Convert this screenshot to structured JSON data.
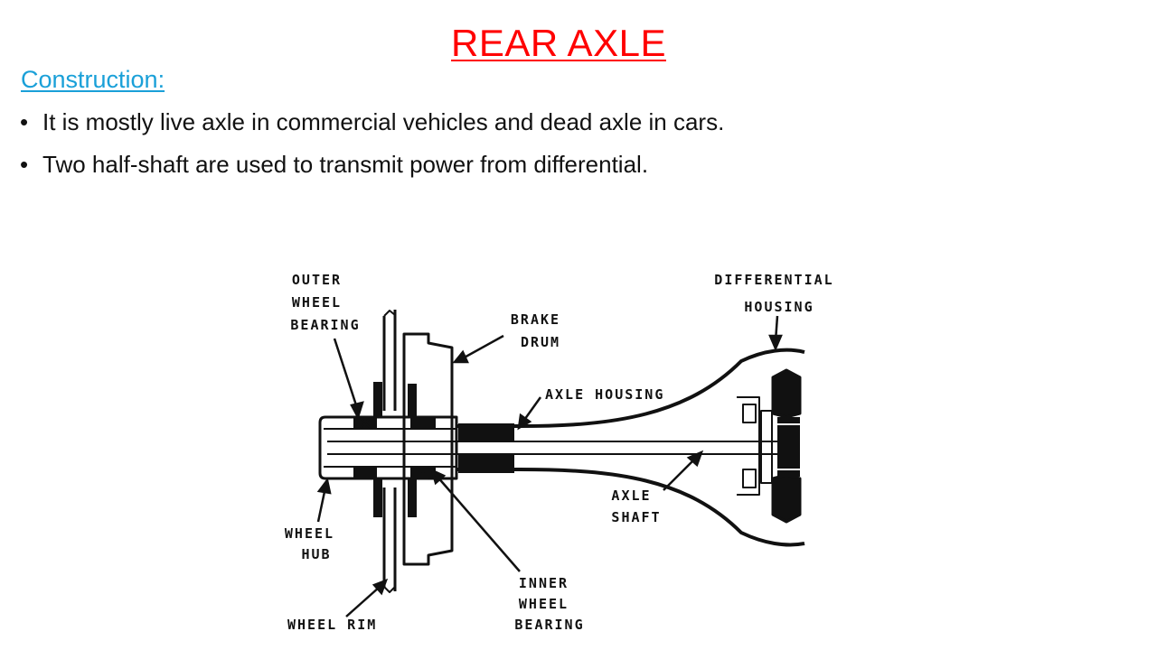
{
  "slide": {
    "title": "REAR AXLE",
    "section_heading": "Construction:",
    "bullets": [
      "It is mostly live axle in commercial vehicles and dead axle in cars.",
      "Two half-shaft are used to transmit power from differential."
    ],
    "colors": {
      "title": "#ff0000",
      "heading": "#1aa0d8",
      "text": "#111111"
    }
  },
  "diagram": {
    "labels": {
      "outer_wheel_bearing": [
        "OUTER",
        "WHEEL",
        "BEARING"
      ],
      "brake_drum": [
        "BRAKE",
        "DRUM"
      ],
      "differential_housing": [
        "DIFFERENTIAL",
        "HOUSING"
      ],
      "axle_housing": "AXLE HOUSING",
      "axle_shaft": [
        "AXLE",
        "SHAFT"
      ],
      "wheel_hub": [
        "WHEEL",
        "HUB"
      ],
      "inner_wheel_bearing": [
        "INNER",
        "WHEEL",
        "BEARING"
      ],
      "wheel_rim": "WHEEL RIM"
    }
  }
}
